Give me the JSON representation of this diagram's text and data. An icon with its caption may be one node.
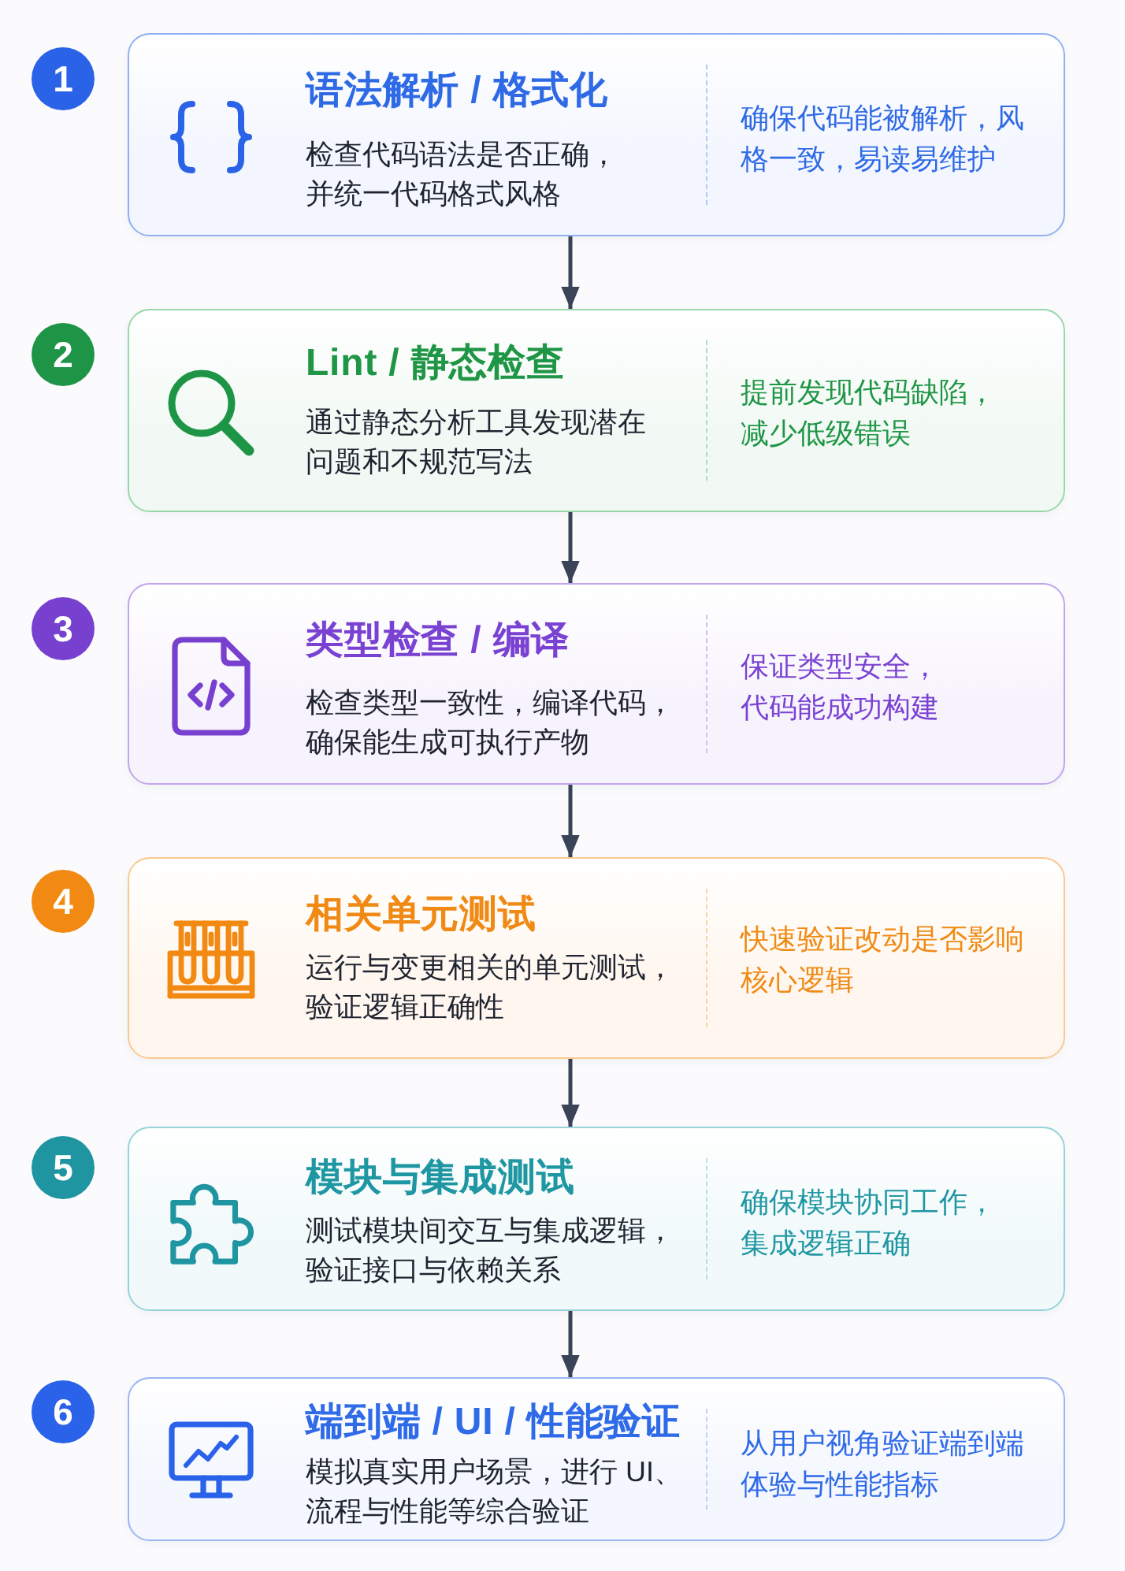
{
  "diagram": {
    "nodes": [
      {
        "text": [
          "1"
        ]
      },
      {
        "text": [
          "语法解析 / 格式化",
          "检查代码语法是否正确，并统一代码格式风格",
          "确保代码能被解析，风格一致，易读易维护"
        ]
      },
      {
        "text": [
          "2"
        ]
      },
      {
        "text": [
          "Lint / 静态检查",
          "通过静态分析工具发现潜在问题和不规范写法",
          "提前发现代码缺陷，减少低级错误"
        ]
      },
      {
        "text": [
          "3"
        ]
      },
      {
        "text": [
          "类型检查 / 编译",
          "检查类型一致性，编译代码，确保能生成可执行产物",
          "保证类型安全，代码能成功构建"
        ]
      },
      {
        "text": [
          "4"
        ]
      },
      {
        "text": [
          "相关单元测试",
          "运行与变更相关的单元测试，验证逻辑正确性",
          "快速验证改动是否影响核心逻辑"
        ]
      },
      {
        "text": [
          "5"
        ]
      },
      {
        "text": [
          "模块与集成测试",
          "测试模块间交互与集成逻辑，验证接口与依赖关系",
          "确保模块协同工作，集成逻辑正确"
        ]
      },
      {
        "text": [
          "6"
        ]
      },
      {
        "text": [
          "端到端 / UI / 性能验证",
          "模拟真实用户场景，进行 UI、流程与性能等综合验证",
          "从用户视角验证端到端体验与性能指标"
        ]
      }
    ],
    "edges": [
      {
        "from": 1,
        "to": 3,
        "arrow": "to"
      },
      {
        "from": 3,
        "to": 5,
        "arrow": "to"
      },
      {
        "from": 5,
        "to": 7,
        "arrow": "to"
      },
      {
        "from": 7,
        "to": 9,
        "arrow": "to"
      },
      {
        "from": 9,
        "to": 11,
        "arrow": "to"
      }
    ]
  }
}
